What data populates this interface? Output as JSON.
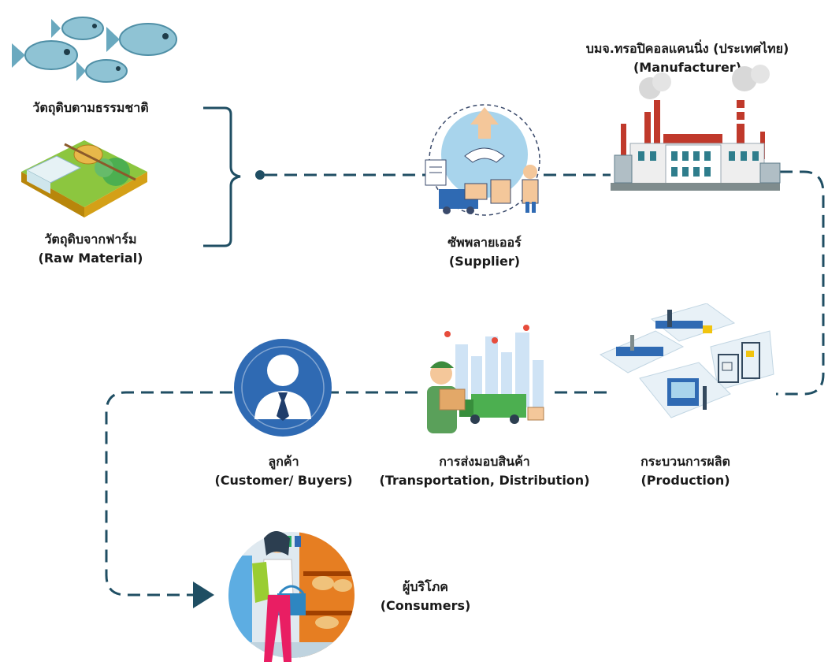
{
  "nodes": {
    "natural_material": {
      "label": "วัตถุดิบตามธรรมชาติ",
      "icon": "fish-icon"
    },
    "farm_material": {
      "label": "วัตถุดิบจากฟาร์ม",
      "sub": "(Raw Material)",
      "icon": "farm-icon"
    },
    "supplier": {
      "label": "ซัพพลายเออร์",
      "sub": "(Supplier)",
      "icon": "supplier-handshake-icon"
    },
    "manufacturer": {
      "label": "บมจ.ทรอปิคอลแคนนิ่ง (ประเทศไทย)",
      "sub": "(Manufacturer)",
      "icon": "factory-icon"
    },
    "production": {
      "label": "กระบวนการผลิต",
      "sub": "(Production)",
      "icon": "production-line-icon"
    },
    "transportation": {
      "label": "การส่งมอบสินค้า",
      "sub": "(Transportation, Distribution)",
      "icon": "delivery-truck-icon"
    },
    "customer": {
      "label": "ลูกค้า",
      "sub": "(Customer/ Buyers)",
      "icon": "user-icon"
    },
    "consumers": {
      "label": "ผู้บริโภค",
      "sub": "(Consumers)",
      "icon": "shopper-icon"
    }
  },
  "colors": {
    "flow_line": "#1f4e63",
    "customer_circle": "#2f6ab3",
    "arrow_head": "#1f4e63"
  }
}
